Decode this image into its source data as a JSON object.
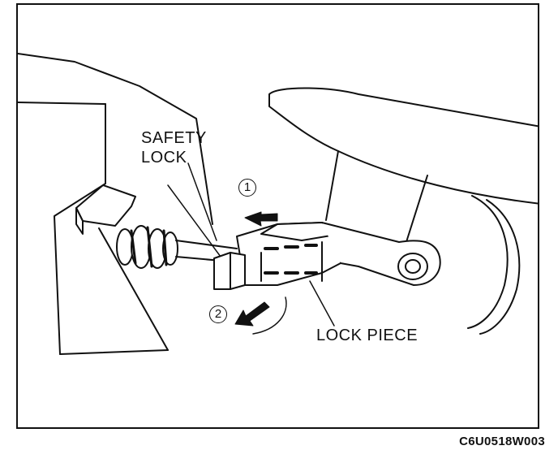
{
  "labels": {
    "safety_lock_line1": "SAFETY",
    "safety_lock_line2": "LOCK",
    "lock_piece": "LOCK PIECE"
  },
  "callouts": {
    "step1": "1",
    "step2": "2"
  },
  "figure_code": "C6U0518W003"
}
